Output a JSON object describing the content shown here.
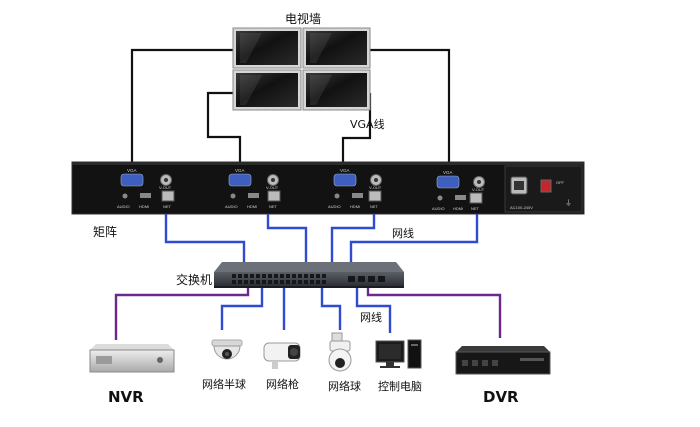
{
  "labels": {
    "video_wall": "电视墙",
    "vga_cable": "VGA线",
    "matrix": "矩阵",
    "network_cable_top": "网线",
    "network_cable_bottom": "网线",
    "switch": "交换机",
    "nvr": "NVR",
    "dvr": "DVR",
    "dome_camera": "网络半球",
    "bullet_camera": "网络枪",
    "ptz_camera": "网络球",
    "control_pc": "控制电脑"
  },
  "matrix_ports": {
    "vga": "VGA",
    "vout": "V-OUT",
    "audio": "AUDIO",
    "hdmi": "HDMI",
    "net": "NET",
    "power": "AC100-240V",
    "switch_mark": "OFF"
  },
  "colors": {
    "black_cable": "#111111",
    "blue_cable": "#2f4bd0",
    "purple_cable": "#6a2a8c",
    "chassis": "#121212",
    "screen": "#1e1e1e"
  }
}
